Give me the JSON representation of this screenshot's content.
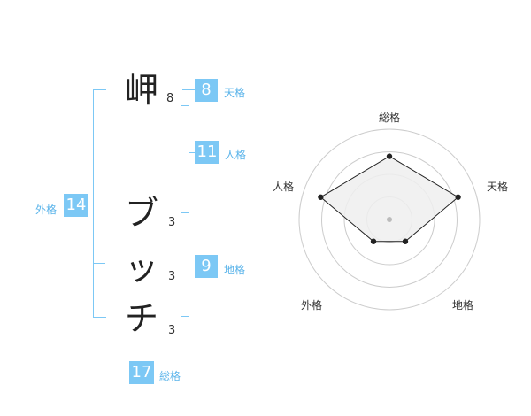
{
  "name_chars": [
    {
      "char": "岬",
      "strokes": "8"
    },
    {
      "char": "ブ",
      "strokes": "3"
    },
    {
      "char": "ッ",
      "strokes": "3"
    },
    {
      "char": "チ",
      "strokes": "3"
    }
  ],
  "fortunes": {
    "tenkaku": {
      "value": "8",
      "label": "天格"
    },
    "jinkaku": {
      "value": "11",
      "label": "人格"
    },
    "chikaku": {
      "value": "9",
      "label": "地格"
    },
    "gaikaku": {
      "value": "14",
      "label": "外格"
    },
    "soukaku": {
      "value": "17",
      "label": "総格"
    }
  },
  "radar": {
    "axes": [
      "総格",
      "天格",
      "地格",
      "外格",
      "人格"
    ],
    "values": [
      0.7,
      0.8,
      0.3,
      0.3,
      0.8
    ],
    "colors": {
      "fill": "#efefef",
      "line": "#222222",
      "ring": "#cccccc"
    }
  }
}
